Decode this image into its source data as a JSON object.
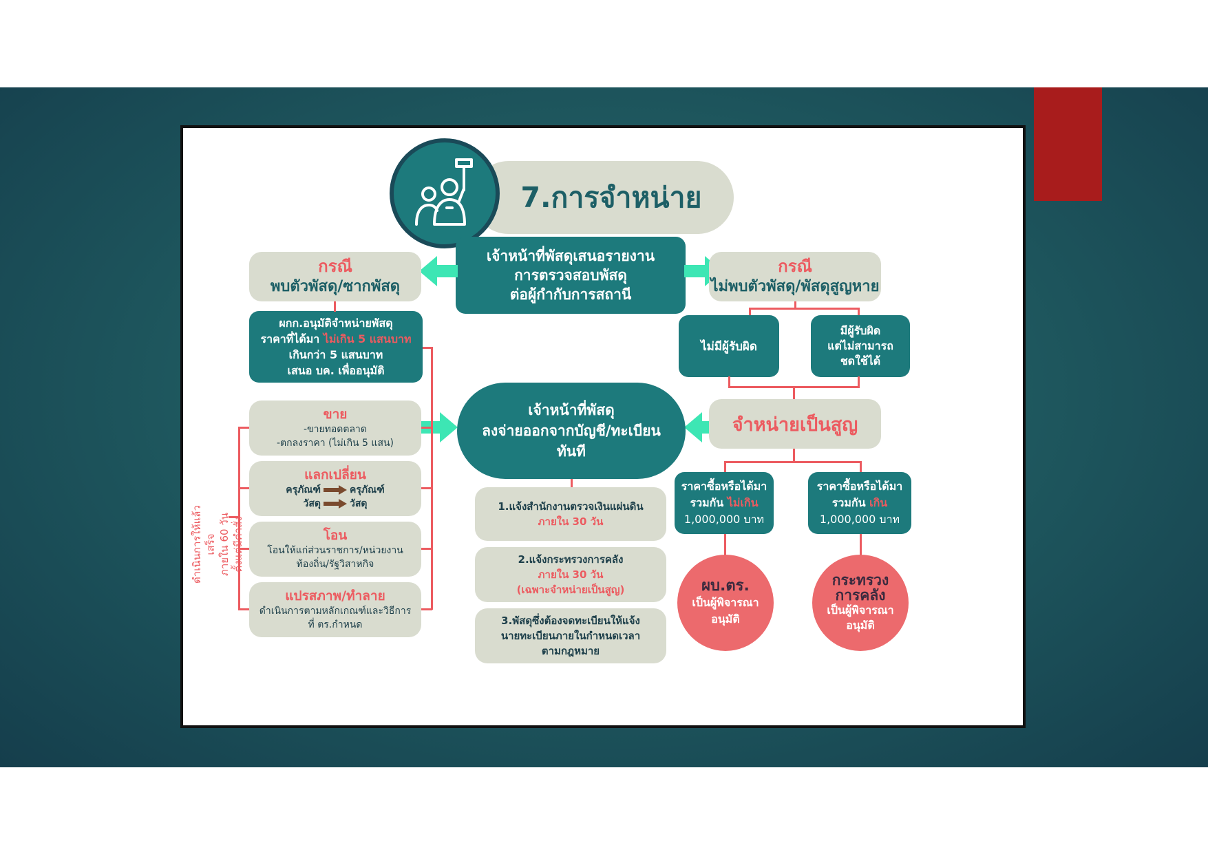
{
  "title": "7.การจำหน่าย",
  "center_top": [
    "เจ้าหน้าที่พัสดุเสนอรายงาน",
    "การตรวจสอบพัสดุ",
    "ต่อผู้กำกับการสถานี"
  ],
  "left_case": {
    "heading": "กรณี",
    "sub": "พบตัวพัสดุ/ซากพัสดุ"
  },
  "right_case": {
    "heading": "กรณี",
    "sub": "ไม่พบตัวพัสดุ/พัสดุสูญหาย"
  },
  "approval_box": {
    "line1": "ผกก.อนุมัติจำหน่ายพัสดุ",
    "line2_pre": "ราคาที่ได้มา",
    "line2_red": "ไม่เกิน 5 แสนบาท",
    "line3": "เกินกว่า 5 แสนบาท",
    "line4": "เสนอ บค. เพื่ออนุมัติ"
  },
  "methods": [
    {
      "title": "ขาย",
      "lines": [
        "-ขายทอดตลาด",
        "-ตกลงราคา (ไม่เกิน 5 แสน)"
      ]
    },
    {
      "title": "แลกเปลี่ยน",
      "rows": [
        {
          "from": "ครุภัณฑ์",
          "to": "ครุภัณฑ์"
        },
        {
          "from": "วัสดุ",
          "to": "วัสดุ"
        }
      ]
    },
    {
      "title": "โอน",
      "lines": [
        "โอนให้แก่ส่วนราชการ/หน่วยงาน",
        "ท้องถิ่น/รัฐวิสาหกิจ"
      ]
    },
    {
      "title": "แปรสภาพ/ทำลาย",
      "lines": [
        "ดำเนินการตามหลักเกณฑ์และวิธีการ",
        "ที่ ตร.กำหนด"
      ]
    }
  ],
  "vertical_note": [
    "ดำเนินการให้แล้วเสร็จ",
    "ภายใน 60 วัน ตั้งแต่มีคำสั่ง"
  ],
  "center_main": [
    "เจ้าหน้าที่พัสดุ",
    "ลงจ่ายออกจากบัญชี/ทะเบียน",
    "ทันที"
  ],
  "notices": [
    {
      "line1": "1.แจ้งสำนักงานตรวจเงินแผ่นดิน",
      "red": [
        "ภายใน 30 วัน"
      ]
    },
    {
      "line1": "2.แจ้งกระทรวงการคลัง",
      "red": [
        "ภายใน 30 วัน",
        "(เฉพาะจำหน่ายเป็นสูญ)"
      ]
    },
    {
      "lines": [
        "3.พัสดุซึ่งต้องจดทะเบียนให้แจ้ง",
        "นายทะเบียนภายในกำหนดเวลา",
        "ตามกฎหมาย"
      ]
    }
  ],
  "no_liable": "ไม่มีผู้รับผิด",
  "liable": [
    "มีผู้รับผิด",
    "แต่ไม่สามารถ",
    "ชดใช้ได้"
  ],
  "write_off": "จำหน่ายเป็นสูญ",
  "price_not_exceed": {
    "line1": "ราคาซื้อหรือได้มา",
    "line2_pre": "รวมกัน",
    "line2_red": "ไม่เกิน",
    "line3": "1,000,000 บาท"
  },
  "price_exceed": {
    "line1": "ราคาซื้อหรือได้มา",
    "line2_pre": "รวมกัน",
    "line2_red": "เกิน",
    "line3": "1,000,000 บาท"
  },
  "approver_left": {
    "title": "ผบ.ตร.",
    "lines": [
      "เป็นผู้พิจารณา",
      "อนุมัติ"
    ]
  },
  "approver_right": {
    "title": [
      "กระทรวง",
      "การคลัง"
    ],
    "lines": [
      "เป็นผู้พิจารณา",
      "อนุมัติ"
    ]
  },
  "colors": {
    "teal": "#1d7a7c",
    "red": "#ec5b60",
    "arrow": "#3de6b4",
    "pill": "#d9dccf",
    "accent": "#a81c1c"
  }
}
